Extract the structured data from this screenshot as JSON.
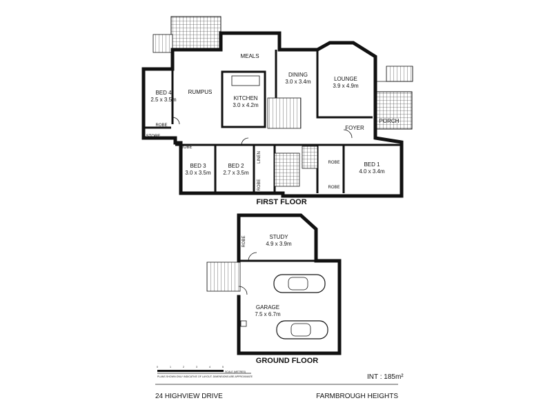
{
  "floors": {
    "first_floor_title": "FIRST FLOOR",
    "ground_floor_title": "GROUND FLOOR"
  },
  "rooms": {
    "meals": {
      "name": "MEALS"
    },
    "rumpus": {
      "name": "RUMPUS"
    },
    "dining": {
      "name": "DINING",
      "size": "3.0 x 3.4m"
    },
    "lounge": {
      "name": "LOUNGE",
      "size": "3.9 x 4.9m"
    },
    "kitchen": {
      "name": "KITCHEN",
      "size": "3.0 x 4.2m"
    },
    "bed4": {
      "name": "BED 4",
      "size": "2.5 x 3.5m"
    },
    "bed3": {
      "name": "BED 3",
      "size": "3.0 x 3.5m"
    },
    "bed2": {
      "name": "BED 2",
      "size": "2.7 x 3.5m"
    },
    "bed1": {
      "name": "BED 1",
      "size": "4.0 x 3.4m"
    },
    "study": {
      "name": "STUDY",
      "size": "4.9 x 3.9m"
    },
    "garage": {
      "name": "GARAGE",
      "size": "7.5 x 6.7m"
    }
  },
  "small_labels": {
    "porch": "PORCH",
    "foyer": "FOYER",
    "store": "STORE",
    "robe": "ROBE",
    "linen": "LINEN"
  },
  "scale": {
    "label": "SCALE (METRES)",
    "ticks": [
      "0",
      "1",
      "2",
      "3",
      "4",
      "5"
    ],
    "disclaimer": "PLANS SHOWN ONLY INDICATIVE OF LAYOUT. DIMENSIONS ARE APPROXIMATE"
  },
  "area": "INT : 185m²",
  "address": "24 HIGHVIEW DRIVE",
  "suburb": "FARMBROUGH HEIGHTS",
  "icons": [
    "stair-icon",
    "car-icon",
    "door-swing-icon",
    "grid-deck-icon"
  ]
}
